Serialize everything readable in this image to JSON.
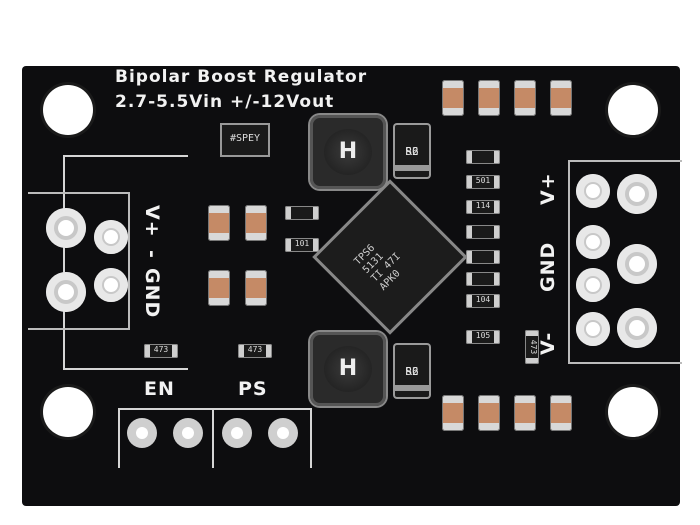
{
  "board": {
    "title_line1": "Bipolar Boost Regulator",
    "title_line2": "2.7-5.5Vin  +/-12Vout",
    "input_labels": {
      "vplus": "V+",
      "gnd": "GND",
      "dash": "-"
    },
    "output_labels": {
      "vplus": "V+",
      "gnd": "GND",
      "vminus": "V-",
      "dash": "-"
    },
    "header_labels": {
      "en": "EN",
      "ps": "PS"
    },
    "chip_text": [
      "TPS6",
      "5131",
      "TI 47I",
      "APK0"
    ],
    "sot_text": "#SPEY",
    "diode_top_text": [
      "R6",
      "S2"
    ],
    "diode_bottom_text": [
      "R6",
      "S2"
    ],
    "resistor_codes": {
      "left_small_1": "101",
      "left_small_2": "",
      "en_resistor": "473",
      "ps_resistor": "473",
      "right_1": "501",
      "right_2": "114",
      "right_3": "",
      "right_4": "",
      "right_5": "104",
      "right_6": "105",
      "right_7": "473"
    }
  },
  "colors": {
    "pcb": "#0d0d0f",
    "silkscreen": "#f2f2f2",
    "capacitor": "#c58a66",
    "pad": "#c8c8c8"
  }
}
